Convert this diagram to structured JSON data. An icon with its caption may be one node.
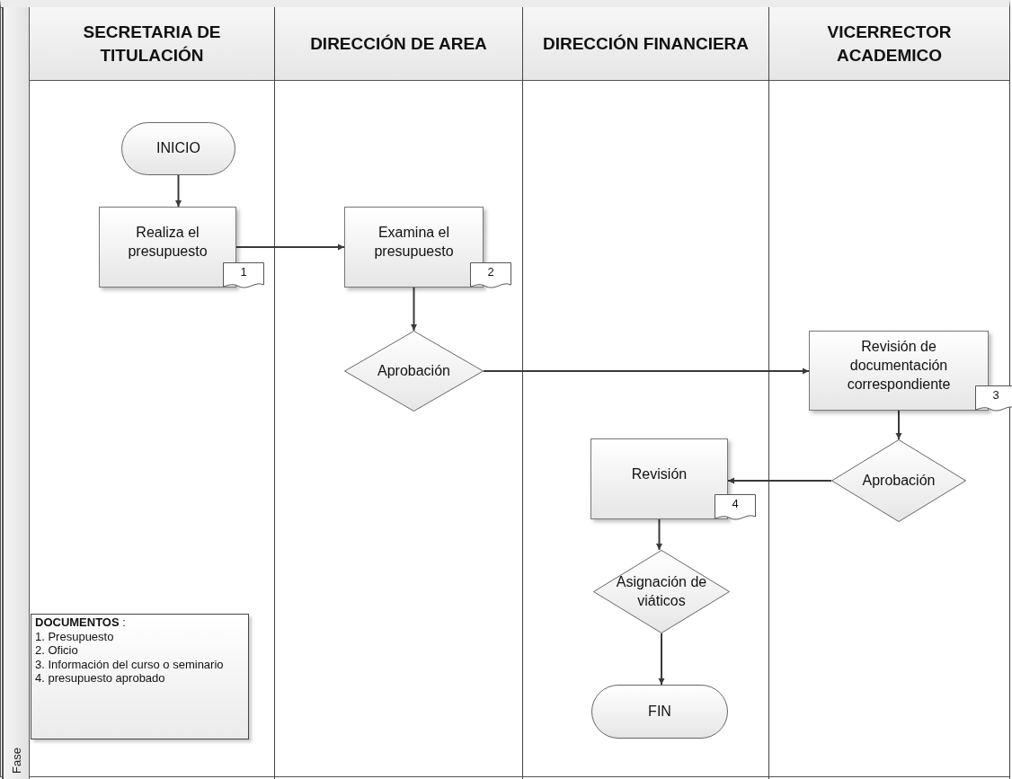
{
  "diagram": {
    "nodes": [
      {
        "text": [
          "Fase"
        ]
      },
      {
        "text": [
          "SECRETARIA DE TITULACIÓN"
        ]
      },
      {
        "text": [
          "DIRECCIÓN DE AREA"
        ]
      },
      {
        "text": [
          "DIRECCIÓN FINANCIERA"
        ]
      },
      {
        "text": [
          "VICERRECTOR ACADEMICO"
        ]
      },
      {
        "text": [
          "INICIO"
        ],
        "in": 1
      },
      {
        "text": [
          "Realiza el presupuesto"
        ],
        "in": 1,
        "beside": [
          "1"
        ]
      },
      {
        "text": [
          "Examina el presupuesto"
        ],
        "in": 2,
        "beside": [
          "2"
        ]
      },
      {
        "text": [
          "Aprobación"
        ],
        "in": 2
      },
      {
        "text": [
          "Revisión de documentación correspondiente"
        ],
        "in": 4,
        "beside": [
          "3"
        ]
      },
      {
        "text": [
          "Aprobación"
        ],
        "in": 4
      },
      {
        "text": [
          "Revisión"
        ],
        "in": 3,
        "beside": [
          "4"
        ]
      },
      {
        "text": [
          "Asignación de viáticos"
        ],
        "in": 3
      },
      {
        "text": [
          "FIN"
        ],
        "in": 3
      },
      {
        "text": [
          "**DOCUMENTOS** :",
          "1. Presupuesto",
          "2. Oficio",
          "3. Información del curso o seminario",
          "4. presupuesto aprobado"
        ],
        "in": 1
      }
    ],
    "edges": [
      {
        "from": 5,
        "to": 6,
        "arrow": "to"
      },
      {
        "from": 6,
        "to": 7,
        "arrow": "to"
      },
      {
        "from": 7,
        "to": 8,
        "arrow": "to"
      },
      {
        "from": 8,
        "to": 9,
        "arrow": "to"
      },
      {
        "from": 9,
        "to": 10,
        "arrow": "to"
      },
      {
        "from": 10,
        "to": 11,
        "arrow": "to"
      },
      {
        "from": 11,
        "to": 12,
        "arrow": "to"
      },
      {
        "from": 12,
        "to": 13,
        "arrow": "to"
      }
    ]
  }
}
